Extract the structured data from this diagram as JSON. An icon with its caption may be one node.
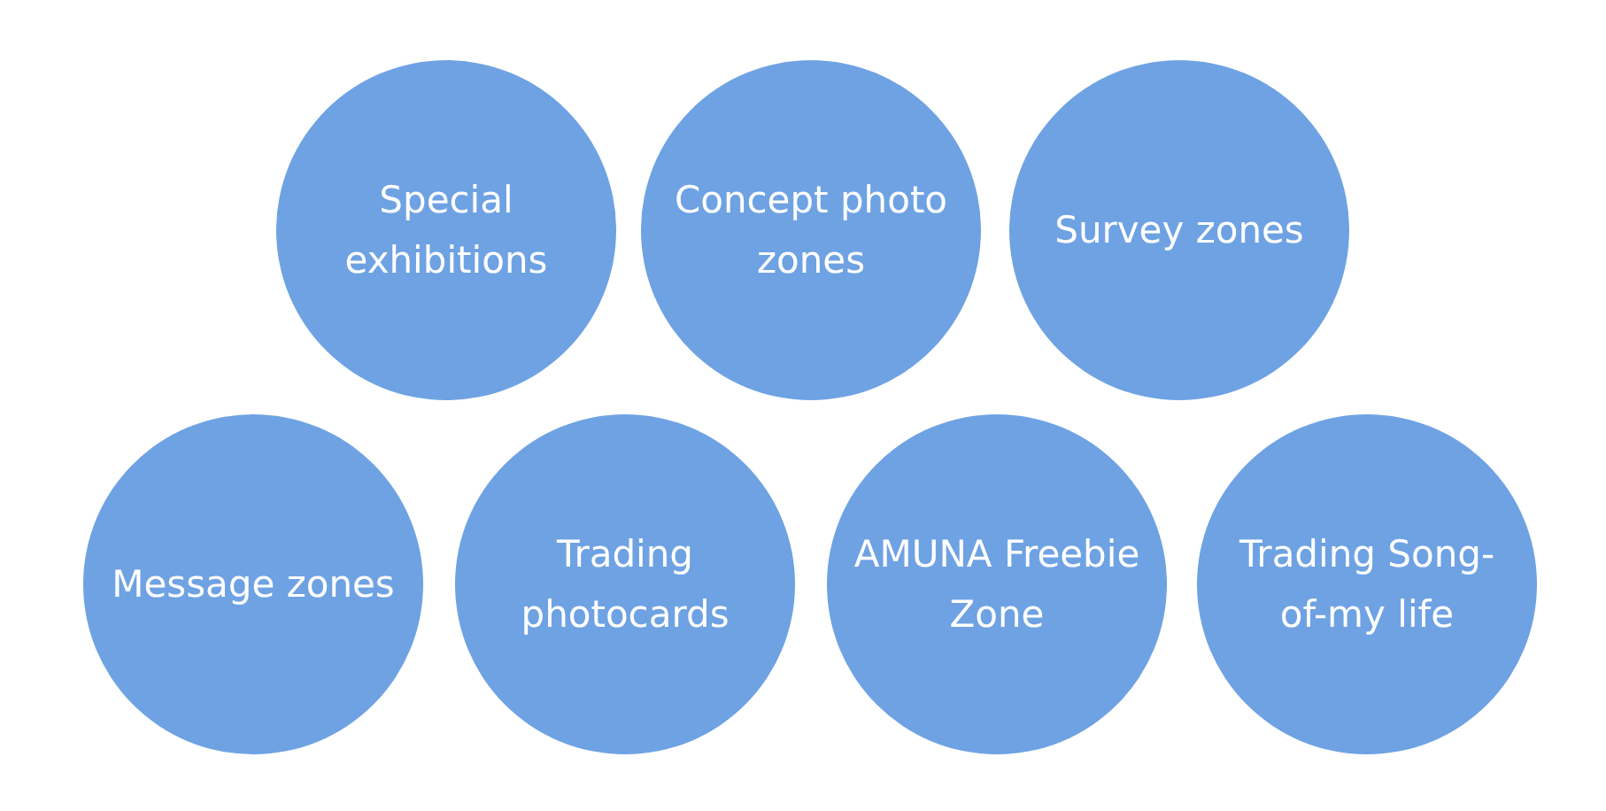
{
  "diagram": {
    "nodes": [
      {
        "text": [
          "Special exhibitions"
        ]
      },
      {
        "text": [
          "Concept photo zones"
        ]
      },
      {
        "text": [
          "Survey zones"
        ]
      },
      {
        "text": [
          "Message zones"
        ]
      },
      {
        "text": [
          "Trading photocards"
        ]
      },
      {
        "text": [
          "AMUNA Freebie Zone"
        ]
      },
      {
        "text": [
          "Trading Song-of-my life"
        ]
      }
    ]
  }
}
